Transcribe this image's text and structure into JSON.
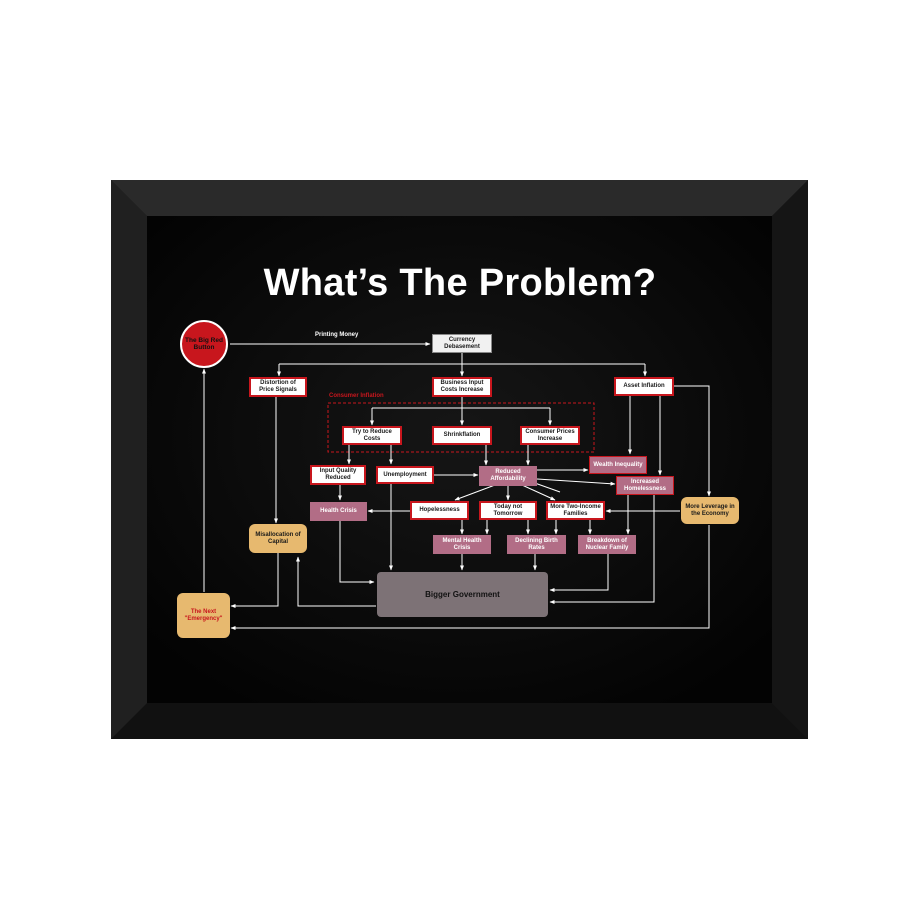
{
  "title": "What’s The Problem?",
  "edge_label_printing_money": "Printing Money",
  "group_label_consumer_inflation": "Consumer Inflation",
  "nodes": {
    "big_red_button": "The Big Red Button",
    "currency_debasement": "Currency Debasement",
    "distortion_price_signals": "Distortion of Price Signals",
    "business_input_costs": "Business Input Costs Increase",
    "asset_inflation": "Asset Inflation",
    "try_reduce_costs": "Try to Reduce Costs",
    "shrinkflation": "Shrinkflation",
    "consumer_prices": "Consumer Prices Increase",
    "input_quality": "Input Quality Reduced",
    "unemployment": "Unemployment",
    "reduced_affordability": "Reduced Affordability",
    "wealth_inequality": "Wealth Inequality",
    "increased_homelessness": "Increased Homelessness",
    "health_crisis": "Health Crisis",
    "hopelessness": "Hopelessness",
    "today_not_tomorrow": "Today not Tomorrow",
    "two_income_families": "More Two-Income Families",
    "more_leverage": "More Leverage in the Economy",
    "misallocation_capital": "Misallocation of Capital",
    "mental_health": "Mental Health Crisis",
    "declining_birth": "Declining Birth Rates",
    "breakdown_family": "Breakdown of Nuclear Family",
    "bigger_government": "Bigger Government",
    "next_emergency": "The Next \"Emergency\""
  },
  "colors": {
    "background": "#000000",
    "frame": "#1c1c1c",
    "accent_red": "#c8161d",
    "mauve": "#b26d86",
    "tan": "#e7b96f",
    "gray": "#7d7276",
    "arrow": "#ffffff"
  }
}
